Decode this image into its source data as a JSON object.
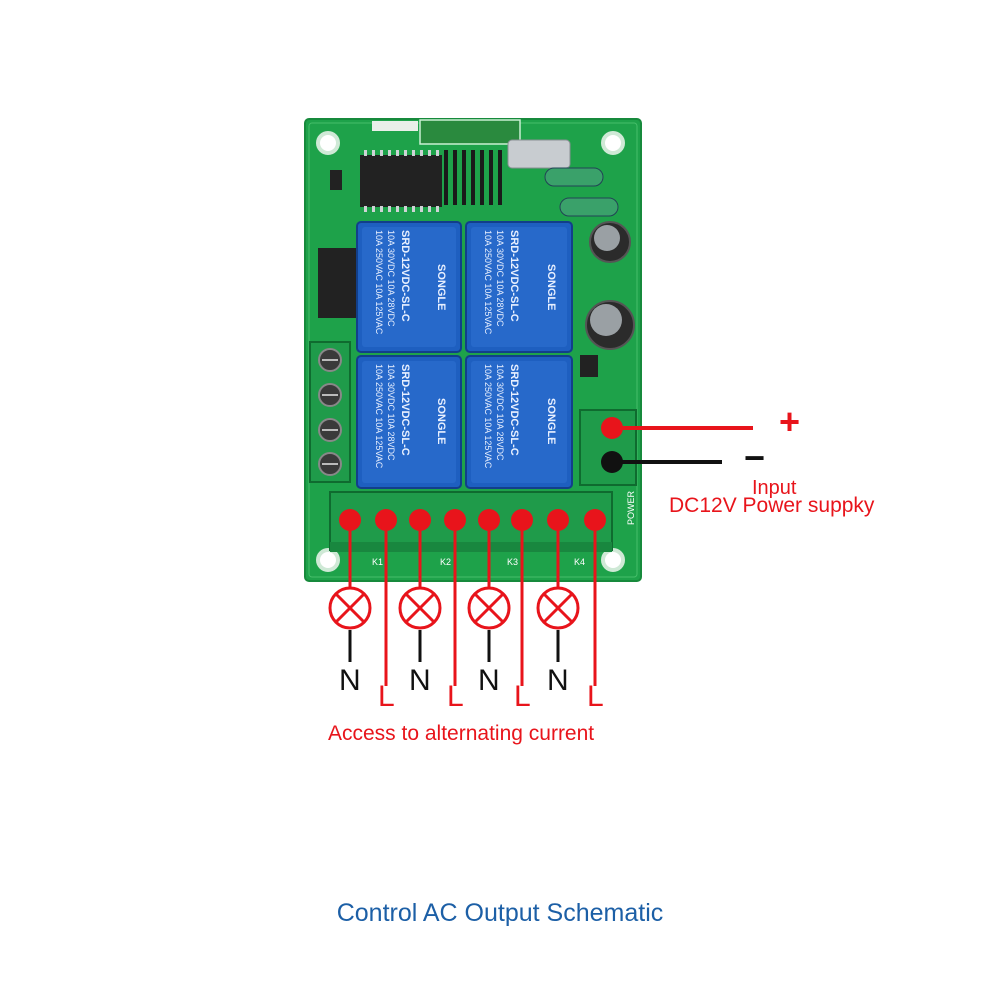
{
  "module": {
    "relays": [
      {
        "brand": "SONGLE",
        "rating_1": "10A 250VAC  10A 125VAC",
        "rating_2": "10A 30VDC  10A 28VDC",
        "model": "SRD-12VDC-SL-C"
      },
      {
        "brand": "SONGLE",
        "rating_1": "10A 250VAC  10A 125VAC",
        "rating_2": "10A 30VDC  10A 28VDC",
        "model": "SRD-12VDC-SL-C"
      },
      {
        "brand": "SONGLE",
        "rating_1": "10A 250VAC  10A 125VAC",
        "rating_2": "10A 30VDC  10A 28VDC",
        "model": "SRD-12VDC-SL-C"
      },
      {
        "brand": "SONGLE",
        "rating_1": "10A 250VAC  10A 125VAC",
        "rating_2": "10A 30VDC  10A 28VDC",
        "model": "SRD-12VDC-SL-C"
      }
    ],
    "channel_labels": [
      "K1",
      "K2",
      "K3",
      "K4"
    ],
    "power_label": "POWER"
  },
  "dc_input": {
    "plus": "+",
    "minus": "−",
    "line1": "Input",
    "line2": "DC12V Power suppky"
  },
  "loads": {
    "neutral_label": "N",
    "live_label": "L",
    "count": 4
  },
  "ac_label": "Access to alternating current",
  "caption": "Control AC Output Schematic",
  "colors": {
    "wire_live": "#e8141b",
    "wire_neutral": "#111111",
    "pcb": "#1ea24a",
    "relay": "#1e5fc0",
    "caption": "#1c5fa6"
  }
}
